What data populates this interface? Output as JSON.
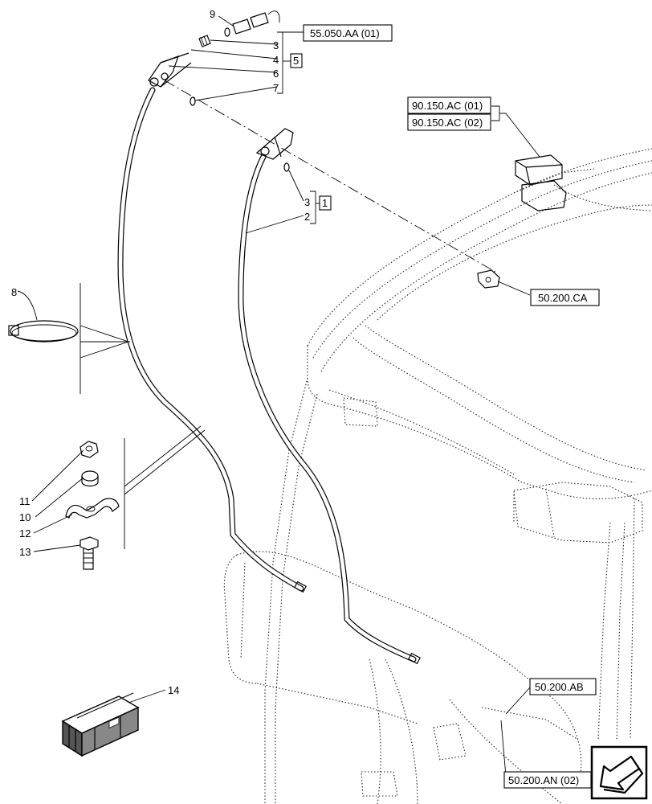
{
  "references": {
    "r_55050AA": "55.050.AA (01)",
    "r_90150AC01": "90.150.AC (01)",
    "r_90150AC02": "90.150.AC (02)",
    "r_50200CA": "50.200.CA",
    "r_50200AB": "50.200.AB",
    "r_50200AN": "50.200.AN (02)"
  },
  "callouts": {
    "c1": "1",
    "c2": "2",
    "c3a": "3",
    "c3b": "3",
    "c4": "4",
    "c5": "5",
    "c6": "6",
    "c7": "7",
    "c8": "8",
    "c9": "9",
    "c10": "10",
    "c11": "11",
    "c12": "12",
    "c13": "13",
    "c14": "14"
  },
  "icons": {
    "nav_arrow": "arrow-back-icon",
    "kit_box": "kit-box-icon"
  }
}
